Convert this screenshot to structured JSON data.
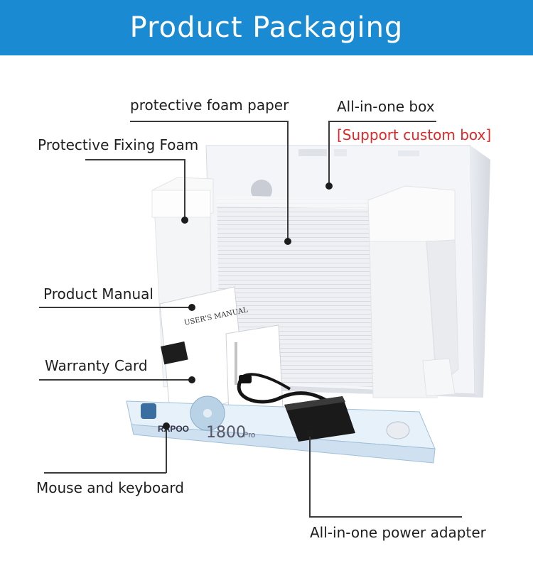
{
  "header": {
    "title": "Product Packaging",
    "background": "#1a8ad3"
  },
  "labels": {
    "foam_paper": "protective foam paper",
    "box": "All-in-one box",
    "custom_box": "[Support custom box]",
    "fixing_foam": "Protective Fixing Foam",
    "manual": "Product Manual",
    "warranty": "Warranty Card",
    "mouse_keyboard": "Mouse and keyboard",
    "power_adapter": "All-in-one power adapter"
  },
  "photo": {
    "manual_title": "USER'S MANUAL",
    "brand": "RAPOO",
    "model": "1800",
    "model_suffix": "Pro"
  },
  "colors": {
    "accent_red": "#e02828",
    "box_white": "#f4f5f7",
    "cable_black": "#151515"
  }
}
